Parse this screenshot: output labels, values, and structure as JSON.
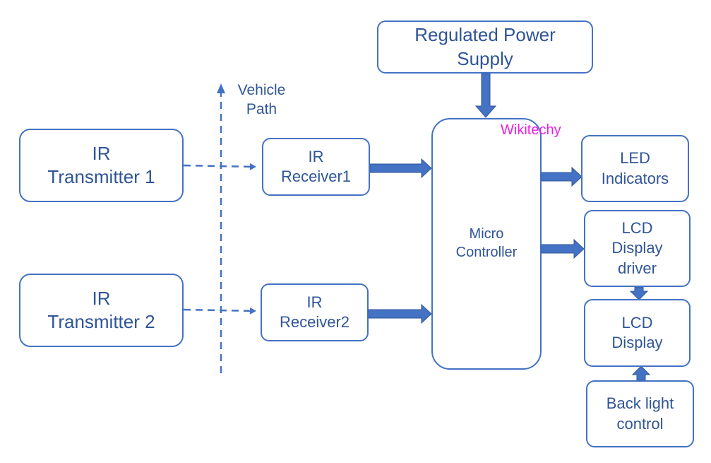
{
  "blocks": {
    "power_supply": {
      "lines": [
        "Regulated Power",
        "Supply"
      ]
    },
    "ir_tx1": {
      "lines": [
        "IR",
        "Transmitter 1"
      ]
    },
    "ir_tx2": {
      "lines": [
        "IR",
        "Transmitter 2"
      ]
    },
    "ir_rx1": {
      "lines": [
        "IR",
        "Receiver1"
      ]
    },
    "ir_rx2": {
      "lines": [
        "IR",
        "Receiver2"
      ]
    },
    "microcontroller": {
      "lines": [
        "Micro",
        "Controller"
      ]
    },
    "led": {
      "lines": [
        "LED",
        "Indicators"
      ]
    },
    "lcd_driver": {
      "lines": [
        "LCD",
        "Display",
        "driver"
      ]
    },
    "lcd_display": {
      "lines": [
        "LCD",
        "Display"
      ]
    },
    "backlight": {
      "lines": [
        "Back light",
        "control"
      ]
    }
  },
  "vehicle_path": {
    "lines": [
      "Vehicle",
      "Path"
    ]
  },
  "watermark": "Wikitechy",
  "colors": {
    "line": "#4472C4",
    "text": "#2F5597",
    "watermark": "#E91EE3"
  }
}
